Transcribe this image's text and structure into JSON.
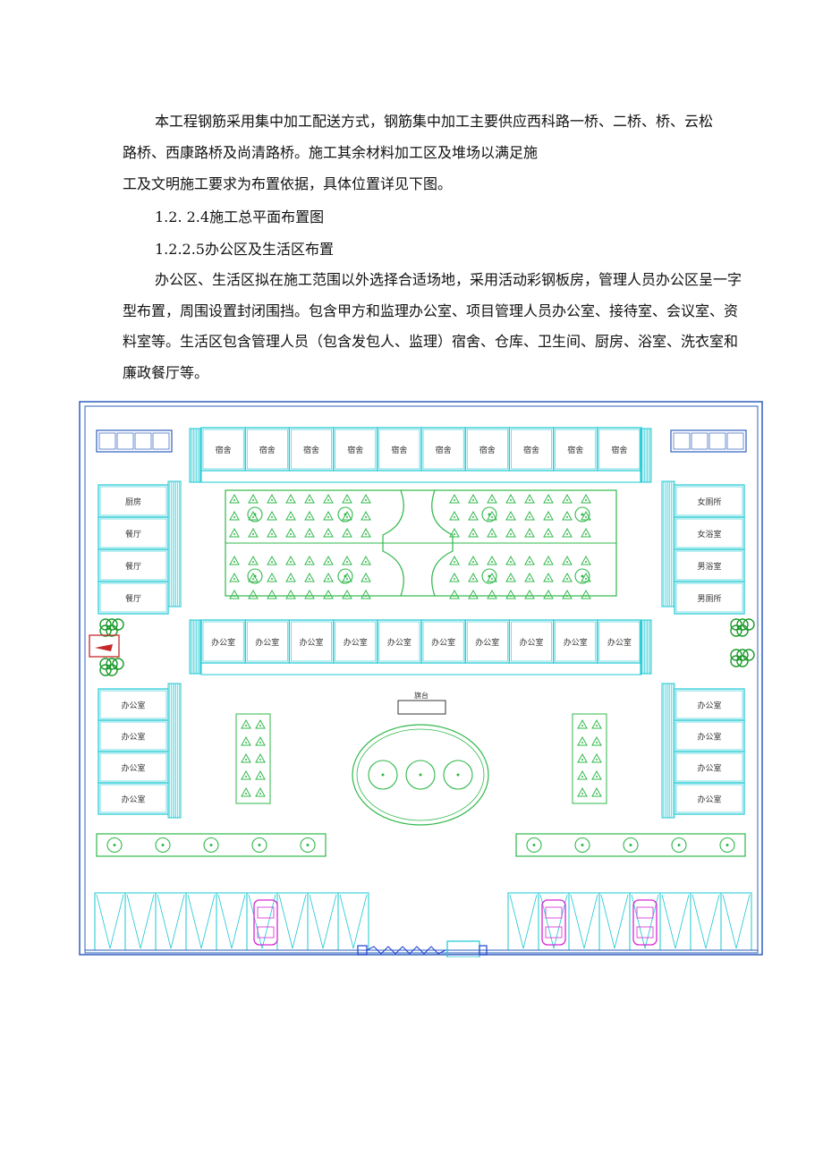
{
  "text": {
    "p1_line1": "本工程钢筋采用集中加工配送方式，钢筋集中加工主要供应西科路一桥、二桥、桥、云松",
    "p1_line2": "路桥、西康路桥及尚清路桥。施工其余材料加工区及堆场以满足施",
    "p1_line3": "工及文明施工要求为布置依据，具体位置详见下图。",
    "heading1": "1.2.  2.4施工总平面布置图",
    "heading2": "1.2.2.5办公区及生活区布置",
    "p2": "办公区、生活区拟在施工范围以外选择合适场地，采用活动彩钢板房，管理人员办公区呈一字型布置，周围设置封闭围挡。包含甲方和监理办公室、项目管理人员办公室、接待室、会议室、资料室等。生活区包含管理人员（包含发包人、监理）宿舍、仓库、卫生间、厨房、浴室、洗衣室和廉政餐厅等。"
  },
  "plan": {
    "dormitory": "宿舍",
    "office": "办公室",
    "kitchen": "厨房",
    "dining": "餐厅",
    "women_toilet": "女厕所",
    "women_bath": "女浴室",
    "men_bath": "男浴室",
    "men_toilet": "男厕所",
    "flag_platform": "旗台"
  },
  "colors": {
    "room": "#19c8d2",
    "green": "#2fb84a",
    "magenta": "#d626d6",
    "frame": "#2f5fbf",
    "gate": "#1f3fd0",
    "red": "#c62828"
  }
}
